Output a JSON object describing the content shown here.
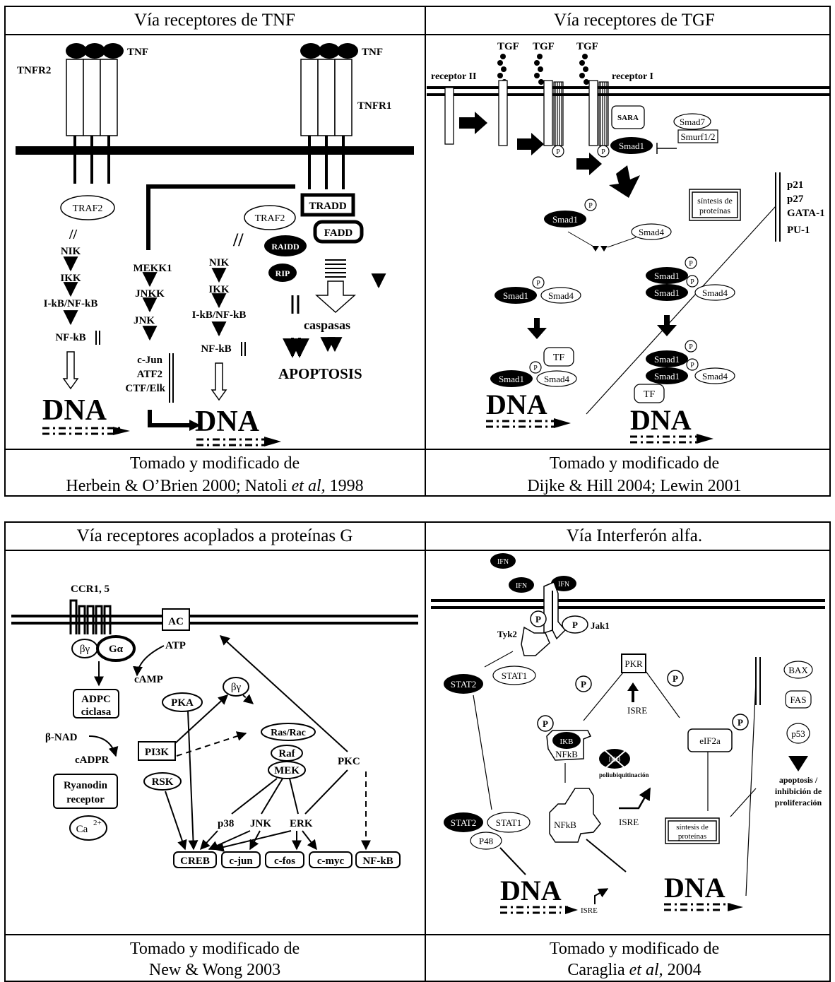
{
  "top": {
    "left_header": "Vía receptores de TNF",
    "right_header": "Vía receptores de TGF",
    "left_caption_1": "Tomado y modificado de",
    "left_caption_2a": "Herbein & O’Brien 2000; Natoli ",
    "left_caption_2b": "et al,",
    "left_caption_2c": " 1998",
    "right_caption_1": "Tomado y modificado de",
    "right_caption_2": "Dijke & Hill 2004; Lewin 2001"
  },
  "bottom": {
    "left_header": "Vía receptores acoplados a proteínas G",
    "right_header": "Vía Interferón alfa.",
    "left_caption_1": "Tomado y modificado de",
    "left_caption_2": "New & Wong 2003",
    "right_caption_1": "Tomado y modificado de",
    "right_caption_2a": "Caraglia ",
    "right_caption_2b": "et al",
    "right_caption_2c": ", 2004"
  },
  "tnf": {
    "tnf_left": "TNF",
    "tnf_right": "TNF",
    "tnfr2": "TNFR2",
    "tnfr1": "TNFR1",
    "traf2_left": "TRAF2",
    "nik": "NIK",
    "ikk": "IKK",
    "ikb_nfkb": "I-kB/NF-kB",
    "nfkb": "NF-kB",
    "mekk1": "MEKK1",
    "jnkk": "JNKK",
    "jnk": "JNK",
    "cjun": "c-Jun",
    "atf2": "ATF2",
    "ctf_elk": "CTF/Elk",
    "nik2": "NIK",
    "ikk2": "IKK",
    "ikb_nfkb2": "I-kB/NF-kB",
    "nfkb2": "NF-kB",
    "traf2_right": "TRAF2",
    "tradd": "TRADD",
    "fadd": "FADD",
    "raidd": "RAIDD",
    "rip": "RIP",
    "caspasas": "caspasas",
    "apoptosis": "APOPTOSIS",
    "dna1": "DNA",
    "dna2": "DNA"
  },
  "tgf": {
    "tgf1": "TGF",
    "tgf2": "TGF",
    "tgf3": "TGF",
    "receptor2": "receptor II",
    "receptor1": "receptor I",
    "sara": "SARA",
    "smad7": "Smad7",
    "smurf": "Smurf1/2",
    "smad1": "Smad1",
    "p": "P",
    "sintesis": "síntesis de",
    "proteinas": "proteínas",
    "p21": "p21",
    "p27": "p27",
    "gata1": "GATA-1",
    "pu1": "PU-1",
    "smad4": "Smad4",
    "tf": "TF",
    "dna": "DNA"
  },
  "gpcr": {
    "ccr": "CCR1, 5",
    "ac": "AC",
    "atp": "ATP",
    "by": "βγ",
    "ga": "Gα",
    "camp": "cAMP",
    "pka": "PKA",
    "adpc1": "ADPC",
    "adpc2": "ciclasa",
    "bnad": "β-NAD",
    "cadpr": "cADPR",
    "pi3k": "PI3K",
    "ras": "Ras/Rac",
    "raf": "Raf",
    "mek": "MEK",
    "pkc": "PKC",
    "rsk": "RSK",
    "ryan1": "Ryanodin",
    "ryan2": "receptor",
    "ca": "Ca",
    "ca_sup": "2+",
    "p38": "p38",
    "jnk": "JNK",
    "erk": "ERK",
    "creb": "CREB",
    "cjun": "c-jun",
    "cfos": "c-fos",
    "cmyc": "c-myc",
    "nfkb": "NF-kB"
  },
  "ifn": {
    "ifn": "IFN",
    "p": "P",
    "tyk2": "Tyk2",
    "jak1": "Jak1",
    "stat1": "STAT1",
    "stat2": "STAT2",
    "pkr": "PKR",
    "isre": "ISRE",
    "ikb": "IKB",
    "nfkb": "NFkB",
    "poli": "poliubiquitinación",
    "eif2a": "eIF2a",
    "bax": "BAX",
    "fas": "FAS",
    "p53": "p53",
    "apo1": "apoptosis /",
    "apo2": "inhibición de",
    "apo3": "proliferación",
    "sintesis": "síntesis de",
    "proteinas": "proteínas",
    "p48": "P48",
    "dna": "DNA"
  }
}
